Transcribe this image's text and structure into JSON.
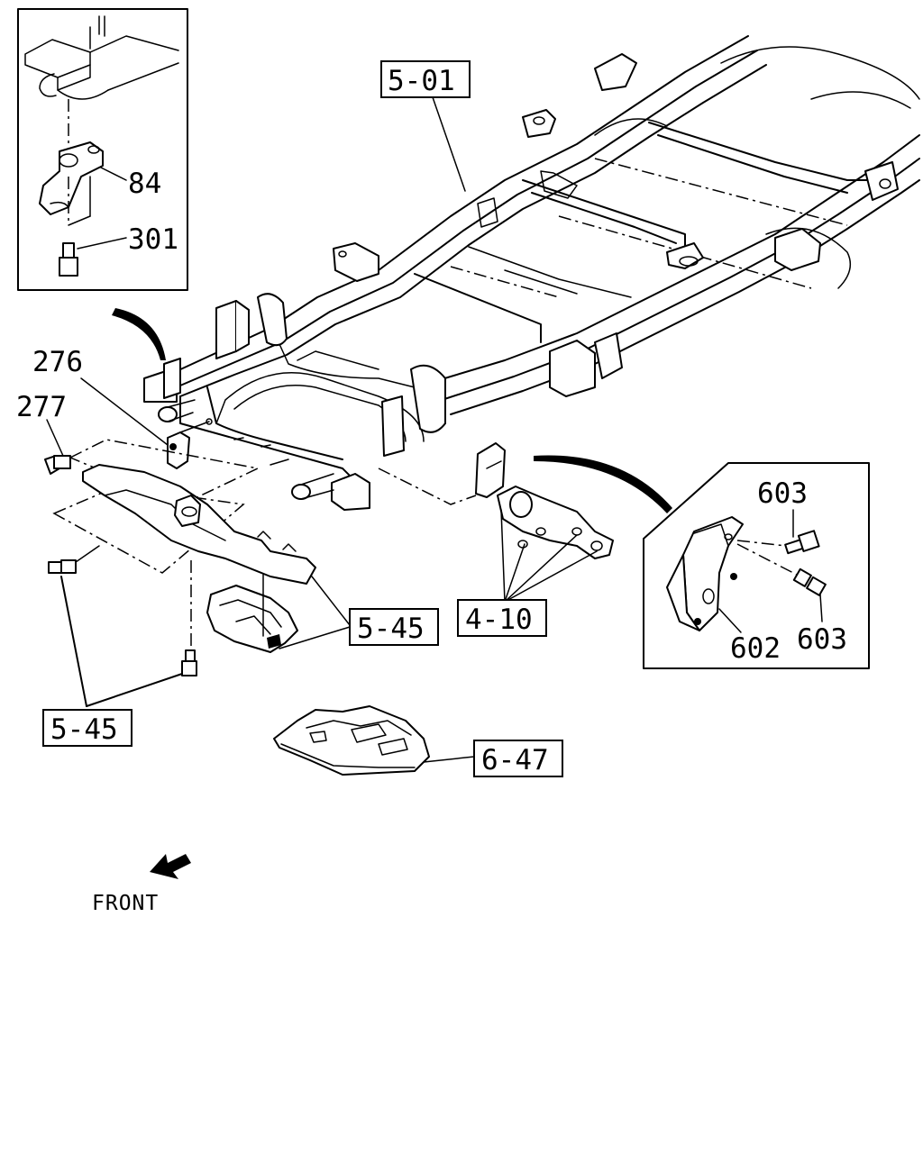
{
  "callouts": {
    "frame": "5-01",
    "p84": "84",
    "p301": "301",
    "p276": "276",
    "p277": "277",
    "mount_left": "5-45",
    "mount_right": "5-45",
    "bracket": "4-10",
    "skid": "6-47",
    "p602": "602",
    "p603_top": "603",
    "p603_bottom": "603"
  },
  "direction": {
    "label": "FRONT",
    "icon": "front-arrow-icon"
  }
}
